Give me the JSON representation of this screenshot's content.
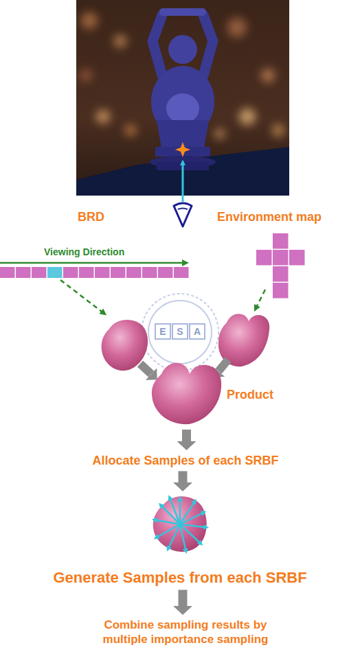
{
  "diagram": {
    "nodes": [
      {
        "text": [
          "Product"
        ]
      },
      {
        "text": [
          "Allocate Samples of each SRBF"
        ]
      },
      {
        "text": [
          "Generate Samples from each SRBF"
        ]
      },
      {
        "text": [
          "Combine sampling results by multiple importance sampling"
        ]
      }
    ],
    "edges": [
      {
        "from": 0,
        "to": 1,
        "arrow": "to"
      },
      {
        "from": 1,
        "to": 2,
        "arrow": "to"
      },
      {
        "from": 2,
        "to": 3,
        "arrow": "to"
      }
    ],
    "labels": [
      "BRD",
      "Environment map",
      "Viewing Direction",
      "E",
      "S",
      "A"
    ]
  }
}
